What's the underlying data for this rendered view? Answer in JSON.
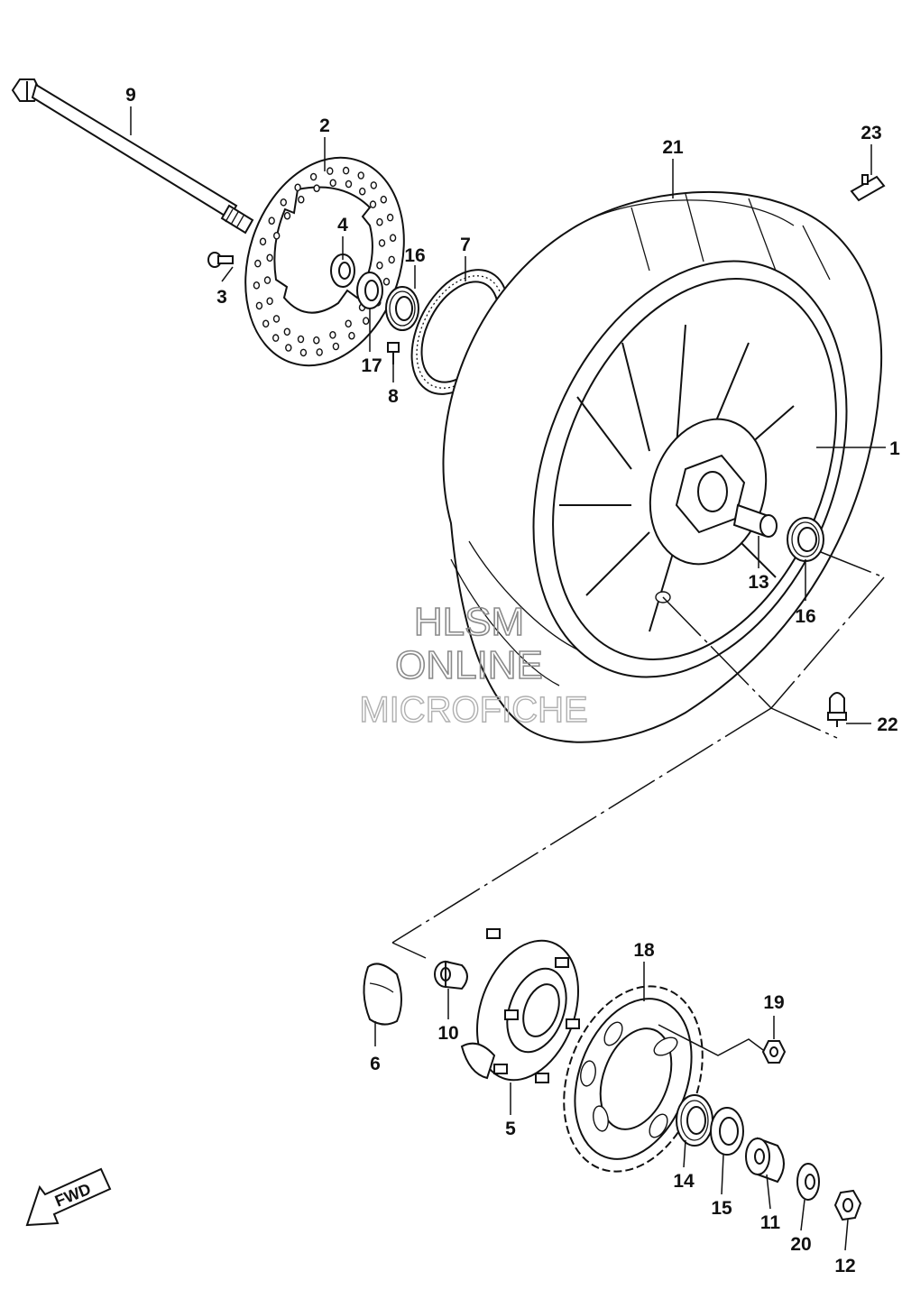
{
  "watermark": {
    "line1": "HLSM",
    "line2": "ONLINE",
    "line3": "MICROFICHE"
  },
  "fwd_label": "FWD",
  "callouts": [
    {
      "id": "c1",
      "label": "1"
    },
    {
      "id": "c2",
      "label": "2"
    },
    {
      "id": "c3",
      "label": "3"
    },
    {
      "id": "c4",
      "label": "4"
    },
    {
      "id": "c5",
      "label": "5"
    },
    {
      "id": "c6",
      "label": "6"
    },
    {
      "id": "c7",
      "label": "7"
    },
    {
      "id": "c8",
      "label": "8"
    },
    {
      "id": "c9",
      "label": "9"
    },
    {
      "id": "c10",
      "label": "10"
    },
    {
      "id": "c11",
      "label": "11"
    },
    {
      "id": "c12",
      "label": "12"
    },
    {
      "id": "c13",
      "label": "13"
    },
    {
      "id": "c14",
      "label": "14"
    },
    {
      "id": "c15",
      "label": "15"
    },
    {
      "id": "c16a",
      "label": "16"
    },
    {
      "id": "c16b",
      "label": "16"
    },
    {
      "id": "c17",
      "label": "17"
    },
    {
      "id": "c18",
      "label": "18"
    },
    {
      "id": "c19",
      "label": "19"
    },
    {
      "id": "c20",
      "label": "20"
    },
    {
      "id": "c21",
      "label": "21"
    },
    {
      "id": "c22",
      "label": "22"
    },
    {
      "id": "c23",
      "label": "23"
    }
  ]
}
